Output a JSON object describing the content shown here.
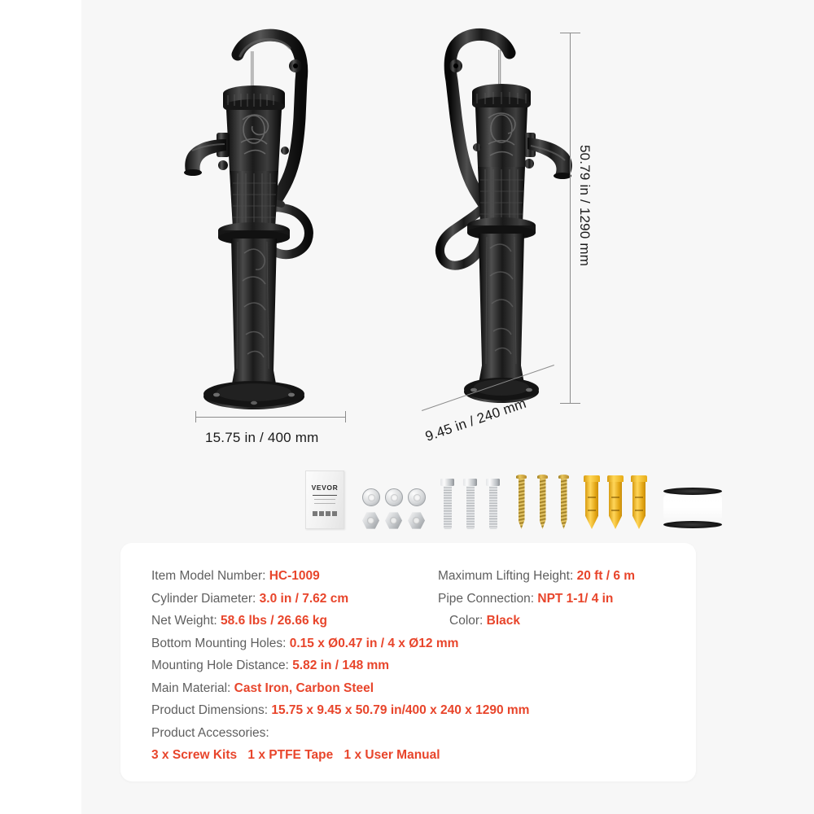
{
  "theme": {
    "accent_color": "#E8452B",
    "label_color": "#5F5F5F",
    "panel_bg": "#F7F7F7",
    "card_bg": "#FFFFFF"
  },
  "product": {
    "brand": "VEVOR",
    "type": "cast iron hand water pump",
    "color": "Black"
  },
  "dimensions": {
    "height": "50.79 in / 1290 mm",
    "width": "15.75 in / 400 mm",
    "depth": "9.45 in / 240 mm"
  },
  "accessories_icons": [
    {
      "name": "user-manual",
      "label": "VEVOR",
      "count": 1
    },
    {
      "name": "washer",
      "count": 3
    },
    {
      "name": "hex-nut",
      "count": 3
    },
    {
      "name": "machine-bolt",
      "count": 3
    },
    {
      "name": "wood-screw",
      "count": 3
    },
    {
      "name": "wall-anchor",
      "count": 3
    },
    {
      "name": "ptfe-tape-roll",
      "count": 1
    }
  ],
  "specs": {
    "left": [
      {
        "label": "Item Model Number:",
        "value": "HC-1009"
      },
      {
        "label": "Cylinder Diameter:",
        "value": "3.0 in / 7.62 cm"
      },
      {
        "label": "Net Weight:",
        "value": "58.6 lbs / 26.66 kg"
      },
      {
        "label": "Bottom Mounting Holes:",
        "value": "0.15 x Ø0.47 in / 4 x Ø12 mm"
      },
      {
        "label": "Mounting Hole Distance:",
        "value": "5.82 in / 148 mm"
      },
      {
        "label": "Main Material:",
        "value": "Cast Iron, Carbon Steel"
      },
      {
        "label": "Product Dimensions:",
        "value": "15.75 x 9.45 x 50.79 in/400 x 240 x 1290 mm"
      },
      {
        "label": "Product Accessories:",
        "value": ""
      }
    ],
    "right": [
      {
        "label": "Maximum Lifting Height:",
        "value": "20 ft / 6 m"
      },
      {
        "label": "Pipe Connection:",
        "value": "NPT 1-1/ 4 in"
      },
      {
        "label": "Color:",
        "value": "Black"
      }
    ],
    "accessories_list": [
      "3 x Screw Kits",
      "1 x PTFE Tape",
      "1 x User Manual"
    ]
  }
}
